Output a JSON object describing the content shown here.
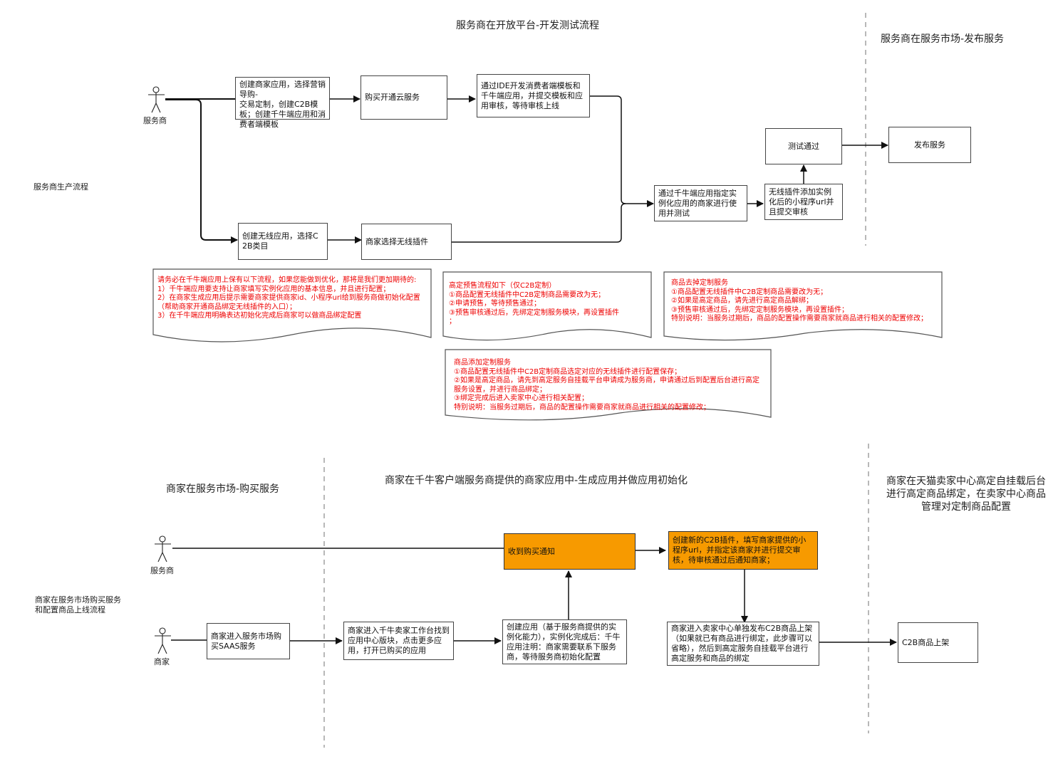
{
  "top_section": {
    "lane_title": "服务商在开放平台-开发测试流程",
    "publish_lane_title": "服务商在服务市场-发布服务",
    "row_label": "服务商生产流程",
    "actor": "服务商",
    "boxes": {
      "create_merchant_app": "创建商家应用，选择营销导购-\n交易定制，创建C2B模板；创建千牛端应用和消费者端模板",
      "buy_cloud": "购买开通云服务",
      "ide_dev": "通过IDE开发消费者端模板和千牛端应用，并提交模板和应用审核，等待审核上线",
      "create_wireless_app": "创建无线应用，选择C\n2B类目",
      "select_plugin": "商家选择无线插件",
      "qianniu_test": "通过千牛端应用指定实例化应用的商家进行使用并测试",
      "plugin_add_url": "无线插件添加实例化后的小程序url并且提交审核",
      "test_passed": "测试通过",
      "publish": "发布服务"
    },
    "notes": {
      "qianniu_note": "请务必在千牛端应用上保有以下流程，如果您能做到优化，那将是我们更加期待的:\n1）千牛端应用要支持让商家填写实例化应用的基本信息，并且进行配置；\n2）在商家生成应用后提示需要商家提供商家id、小程序url给到服务商做初始化配置（帮助商家开通商品绑定无线插件的入口）；\n3）在千牛端应用明确表达初始化完成后商家可以做商品绑定配置",
      "presale_note": "高定预售流程如下（仅C2B定制）\n①商品配置无线插件中C2B定制商品需要改为无；\n②申请预售，等待预售通过；\n③预售审核通过后，先绑定定制服务模块，再设置插件\n；",
      "remove_note": "商品去掉定制服务\n①商品配置无线插件中C2B定制商品需要改为无；\n②如果是高定商品，请先进行高定商品解绑；\n③预售审核通过后，先绑定定制服务模块，再设置插件；\n特别说明：当服务过期后，商品的配置操作需要商家就商品进行相关的配置修改；",
      "add_note": "商品添加定制服务\n①商品配置无线插件中C2B定制商品选定对应的无线插件进行配置保存；\n②如果是高定商品，请先到高定服务自挂载平台申请成为服务商，申请通过后到配置后台进行高定服务设置，并进行商品绑定；\n③绑定完成后进入卖家中心进行相关配置；\n特别说明：当服务过期后，商品的配置操作需要商家就商品进行相关的配置修改；"
    }
  },
  "bottom_section": {
    "lane1_title": "商家在服务市场-购买服务",
    "lane2_title": "商家在千牛客户端服务商提供的商家应用中-生成应用并做应用初始化",
    "lane3_title": "商家在天猫卖家中心高定自挂载后台进行高定商品绑定，在卖家中心商品管理对定制商品配置",
    "row_label": "商家在服务市场购买服务和配置商品上线流程",
    "actor_provider": "服务商",
    "actor_merchant": "商家",
    "boxes": {
      "receive_notice": "收到购买通知",
      "create_c2b_plugin": "创建新的C2B插件，填写商家提供的小程序url，并指定该商家并进行提交审核，待审核通过后通知商家；",
      "merchant_buy_saas": "商家进入服务市场购买SAAS服务",
      "merchant_open_app": "商家进入千牛卖家工作台找到应用中心版块，点击更多应用，打开已购买的应用",
      "create_app": "创建应用（基于服务商提供的实例化能力），实例化完成后：千牛应用注明：商家需要联系下服务商，等待服务商初始化配置",
      "merchant_publish_c2b": "商家进入卖家中心单独发布C2B商品上架（如果就已有商品进行绑定，此步骤可以省略），然后到高定服务自挂载平台进行高定服务和商品的绑定",
      "c2b_online": "C2B商品上架"
    }
  },
  "colors": {
    "highlight": "#f79a00",
    "note_text": "#ee0000",
    "line": "#111111",
    "divider": "#888888"
  }
}
